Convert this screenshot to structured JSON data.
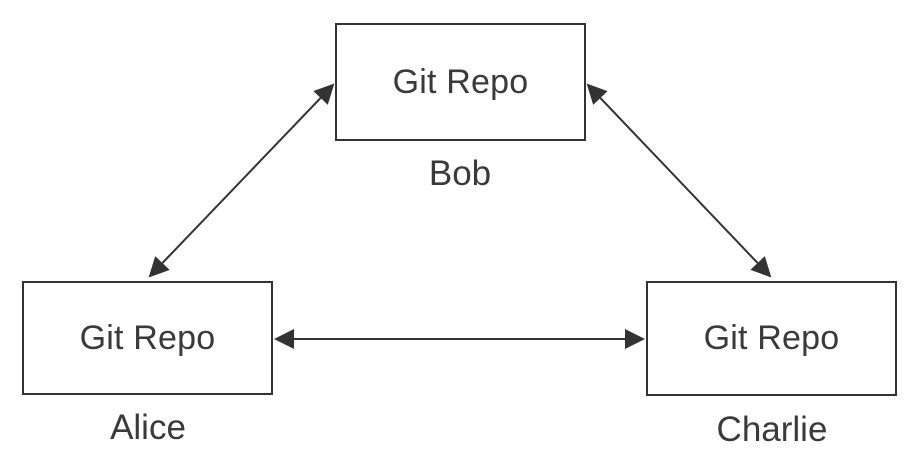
{
  "nodes": {
    "bob": {
      "repo_label": "Git Repo",
      "owner": "Bob"
    },
    "alice": {
      "repo_label": "Git Repo",
      "owner": "Alice"
    },
    "charlie": {
      "repo_label": "Git Repo",
      "owner": "Charlie"
    }
  },
  "edges": [
    {
      "from": "alice",
      "to": "bob",
      "direction": "bidirectional"
    },
    {
      "from": "bob",
      "to": "charlie",
      "direction": "bidirectional"
    },
    {
      "from": "alice",
      "to": "charlie",
      "direction": "bidirectional"
    }
  ],
  "colors": {
    "stroke": "#333333",
    "text": "#3a3a3a",
    "background": "#ffffff"
  }
}
